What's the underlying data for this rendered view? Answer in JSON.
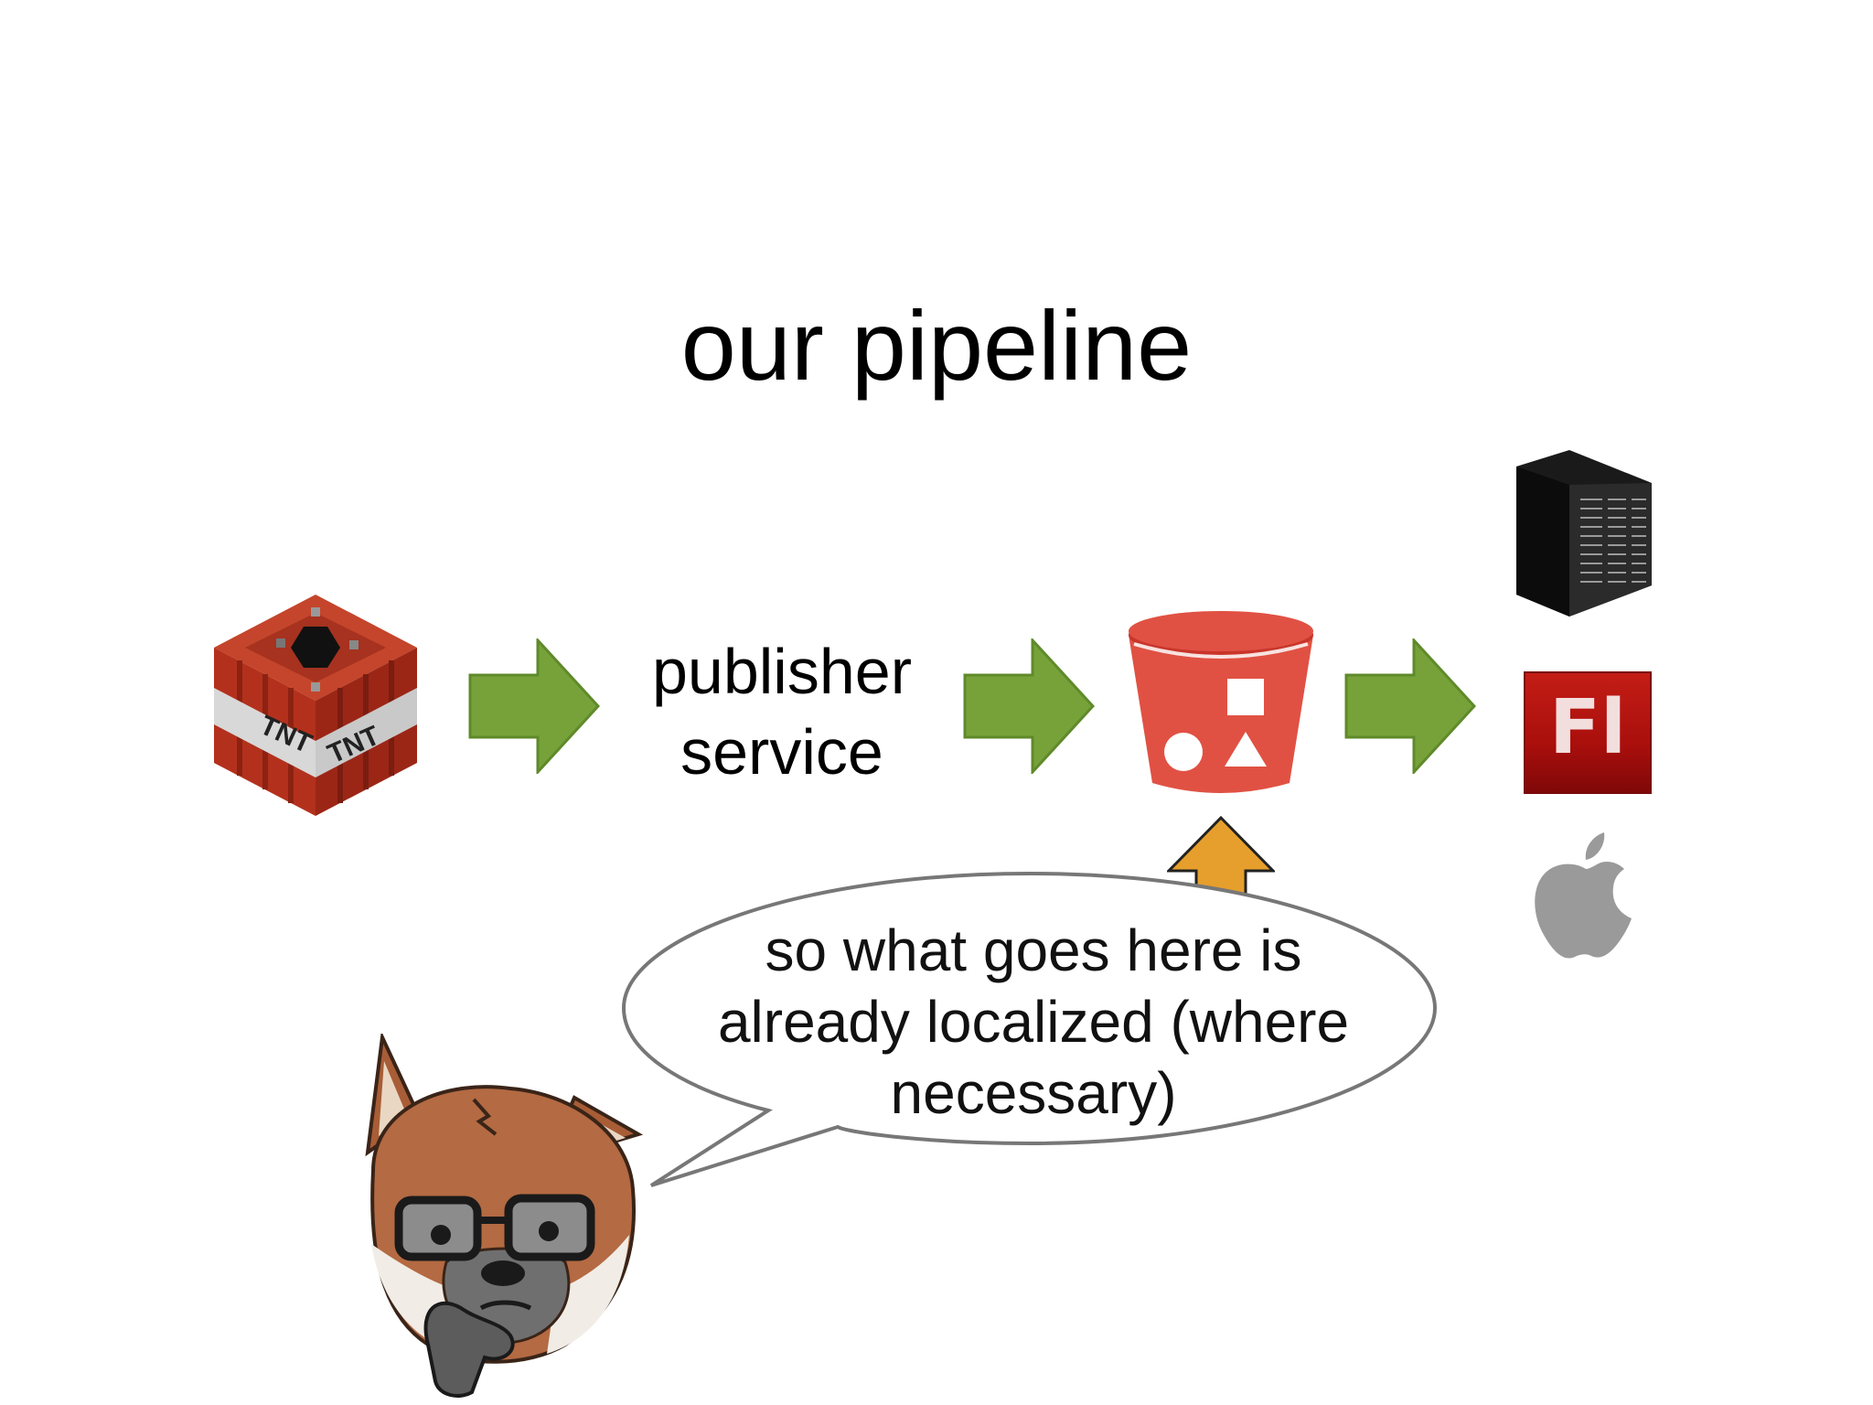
{
  "slide": {
    "title": "our pipeline",
    "step_publisher": [
      "publisher",
      "service"
    ],
    "speech_bubble": [
      "so what goes here is",
      "already localized (where",
      "necessary)"
    ],
    "tnt_label": "TNT",
    "flash_label": "Fl"
  },
  "colors": {
    "flow_arrow": "#77a23a",
    "input_arrow": "#e69f2c",
    "bucket": "#e05143",
    "tnt_red": "#b8321f",
    "flash_red": "#b3130f",
    "apple_gray": "#9a9a9a",
    "fox_fur": "#b46a42"
  },
  "icons": [
    "tnt-block-icon",
    "flow-arrow",
    "s3-bucket-icon",
    "server-rack-icon",
    "flash-icon",
    "apple-icon",
    "fox-mascot"
  ]
}
